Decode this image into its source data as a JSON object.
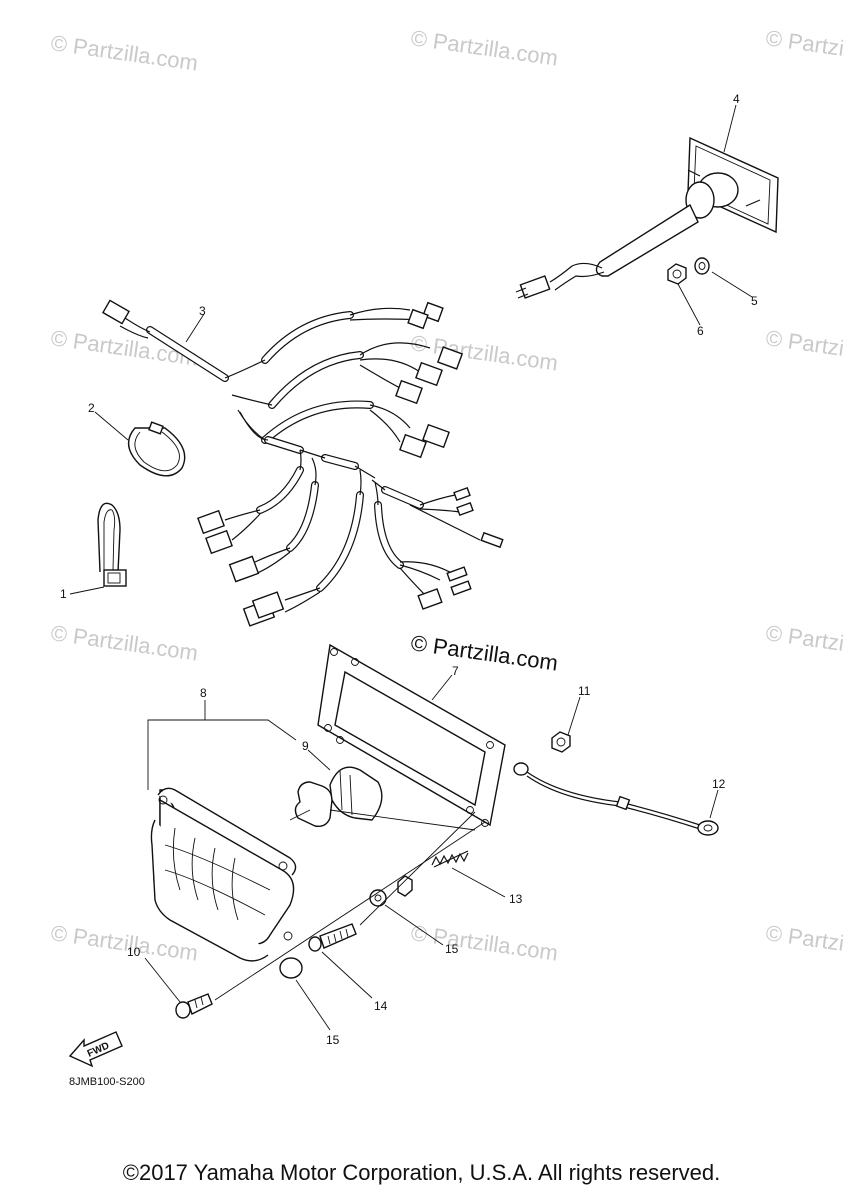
{
  "watermark": "© Partzilla.com",
  "callouts": {
    "c1": "1",
    "c2": "2",
    "c3": "3",
    "c4": "4",
    "c5": "5",
    "c6": "6",
    "c7": "7",
    "c8": "8",
    "c9": "9",
    "c10": "10",
    "c11": "11",
    "c12": "12",
    "c13": "13",
    "c14": "14",
    "c15a": "15",
    "c15b": "15"
  },
  "fwd_label": "FWD",
  "diagram_code": "8JMB100-S200",
  "footer": "©2017 Yamaha Motor Corporation, U.S.A. All rights reserved."
}
